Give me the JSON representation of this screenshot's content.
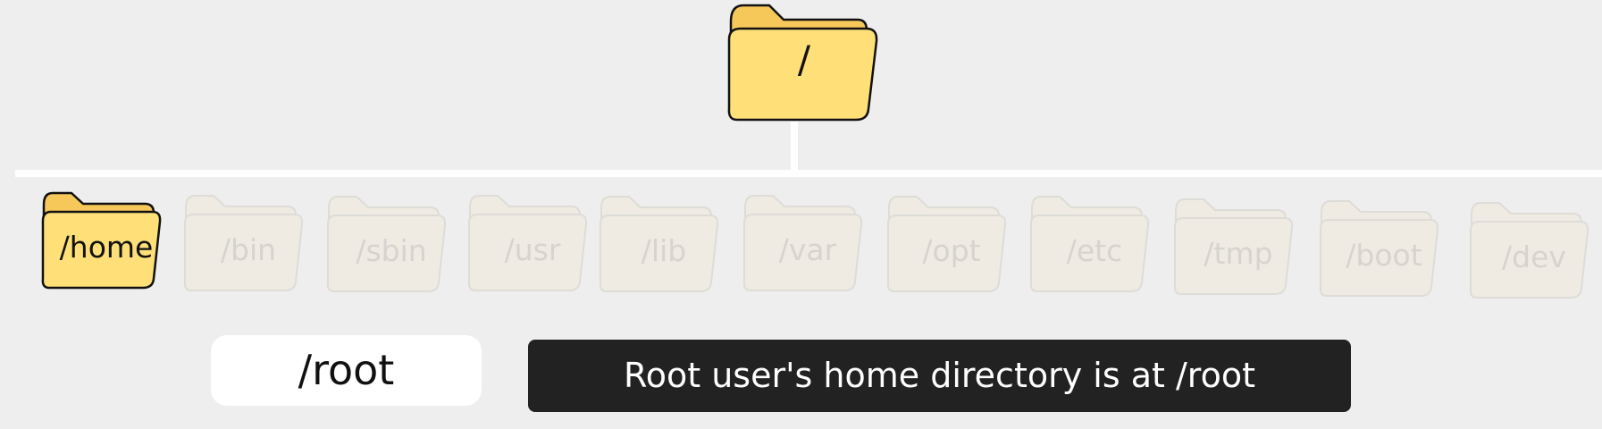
{
  "tree": {
    "root": {
      "label": "/",
      "icon": "folder-icon",
      "fill": "#ffdf78",
      "back_fill": "#f6c85a",
      "stroke": "#111111"
    },
    "children": [
      {
        "label": "/home",
        "state": "active"
      },
      {
        "label": "/bin",
        "state": "faded"
      },
      {
        "label": "/sbin",
        "state": "faded"
      },
      {
        "label": "/usr",
        "state": "faded"
      },
      {
        "label": "/lib",
        "state": "faded"
      },
      {
        "label": "/var",
        "state": "faded"
      },
      {
        "label": "/opt",
        "state": "faded"
      },
      {
        "label": "/etc",
        "state": "faded"
      },
      {
        "label": "/tmp",
        "state": "faded"
      },
      {
        "label": "/boot",
        "state": "faded"
      },
      {
        "label": "/dev",
        "state": "faded"
      }
    ],
    "faded_colors": {
      "fill": "#efebe3",
      "stroke": "#dedcd7",
      "text": "#d6d4cf"
    }
  },
  "highlight": {
    "path_label": "/root",
    "caption": "Root user's home directory is at /root"
  }
}
